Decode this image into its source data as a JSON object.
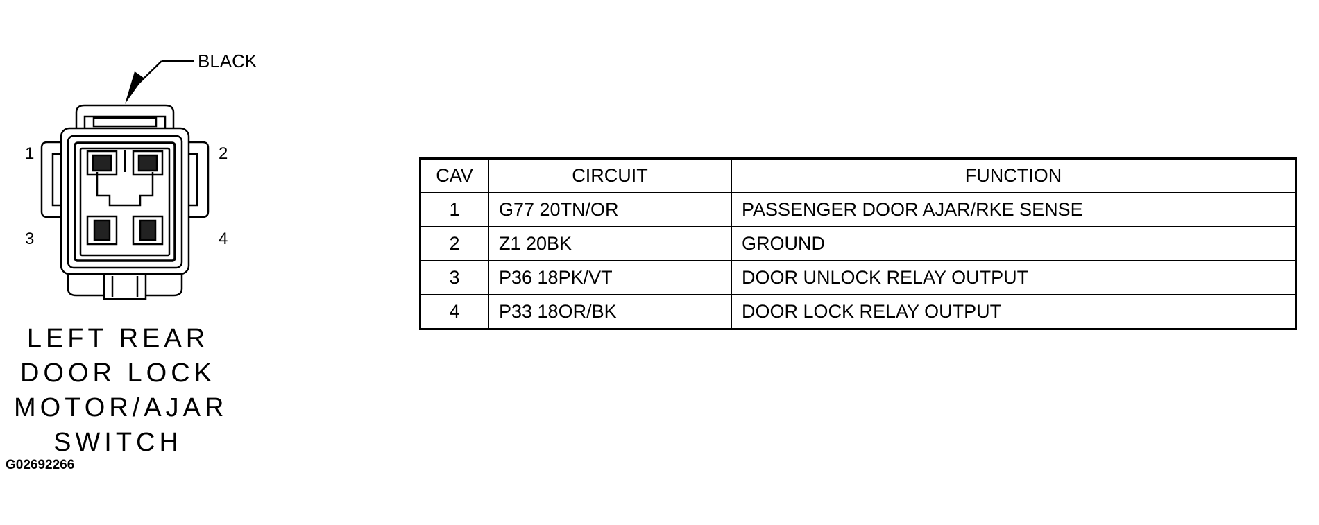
{
  "connector": {
    "color_label": "BLACK",
    "pin_labels": [
      "1",
      "2",
      "3",
      "4"
    ]
  },
  "caption": {
    "lines": [
      "LEFT REAR",
      "DOOR LOCK",
      "MOTOR/AJAR",
      "SWITCH"
    ]
  },
  "figure_id": "G02692266",
  "table": {
    "headers": [
      "CAV",
      "CIRCUIT",
      "FUNCTION"
    ],
    "rows": [
      {
        "cav": "1",
        "circuit": "G77 20TN/OR",
        "function": "PASSENGER DOOR AJAR/RKE SENSE"
      },
      {
        "cav": "2",
        "circuit": "Z1 20BK",
        "function": "GROUND"
      },
      {
        "cav": "3",
        "circuit": "P36 18PK/VT",
        "function": "DOOR UNLOCK RELAY OUTPUT"
      },
      {
        "cav": "4",
        "circuit": "P33 18OR/BK",
        "function": "DOOR LOCK RELAY OUTPUT"
      }
    ]
  }
}
